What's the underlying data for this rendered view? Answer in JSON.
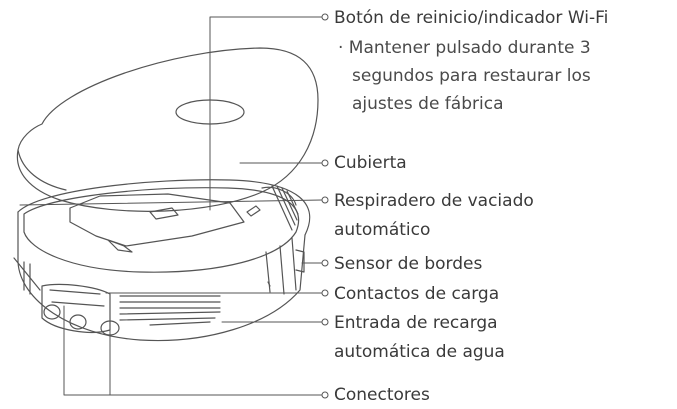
{
  "labels": {
    "reset": "Botón de reinicio/indicador Wi-Fi",
    "reset_note_1": "· Mantener pulsado durante 3",
    "reset_note_2": "segundos para restaurar los",
    "reset_note_3": "ajustes de fábrica",
    "cover": "Cubierta",
    "vent_1": "Respiradero de vaciado",
    "vent_2": "automático",
    "edge_sensor": "Sensor de bordes",
    "charging_contacts": "Contactos de carga",
    "water_inlet_1": "Entrada de recarga",
    "water_inlet_2": "automática de agua",
    "connectors": "Conectores"
  }
}
